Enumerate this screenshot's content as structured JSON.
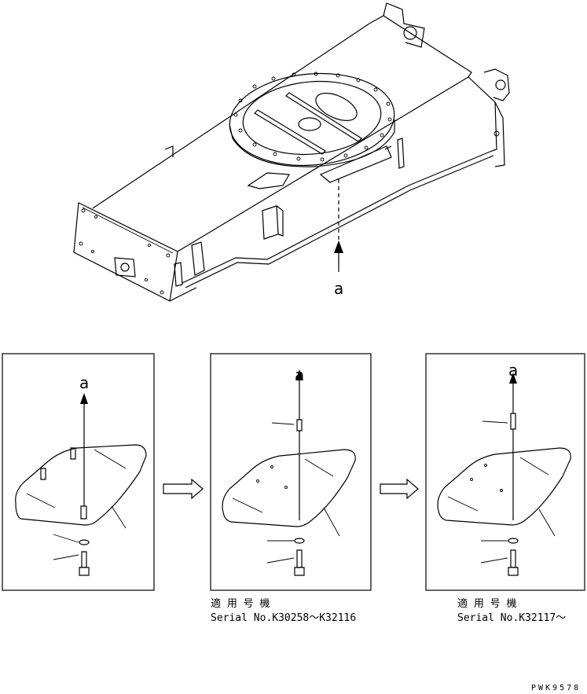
{
  "view_label": "a",
  "panels": [
    {
      "label": "a"
    },
    {
      "label": "a",
      "caption_jp": "適 用 号 機",
      "caption_serial": "Serial No.K30258～K32116"
    },
    {
      "label": "a",
      "caption_jp": "適 用 号 機",
      "caption_serial": "Serial No.K32117～"
    }
  ],
  "drawing_code": "PWK9578"
}
